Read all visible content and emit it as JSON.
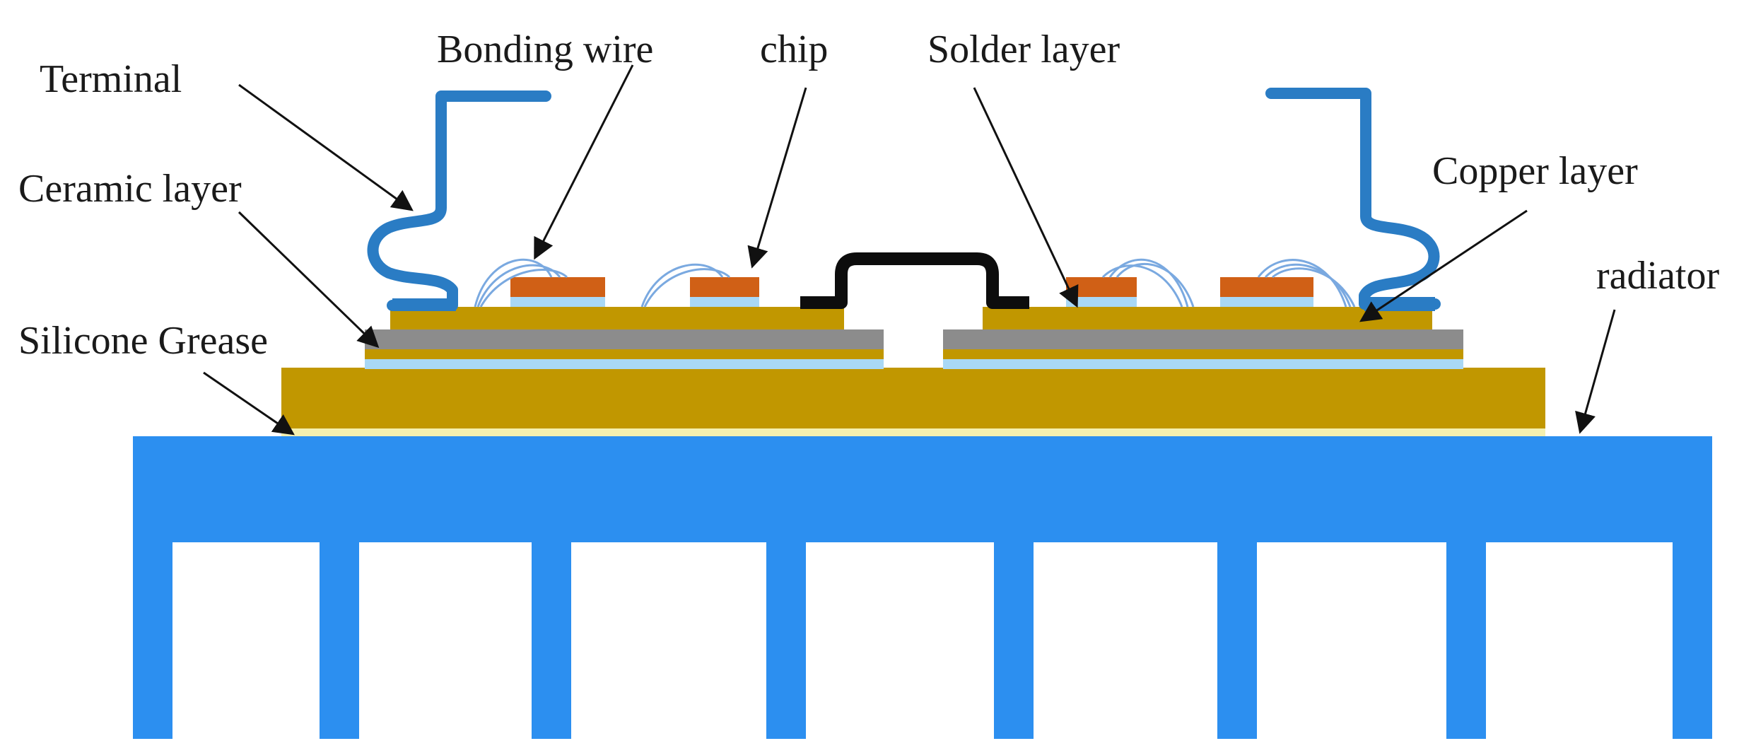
{
  "labels": {
    "terminal": "Terminal",
    "bonding_wire": "Bonding wire",
    "chip": "chip",
    "solder_layer": "Solder layer",
    "ceramic_layer": "Ceramic layer",
    "copper_layer": "Copper layer",
    "radiator": "radiator",
    "silicone_grease": "Silicone Grease"
  },
  "colors": {
    "radiator": "#2c8ff0",
    "terminal": "#2a7cc4",
    "copper": "#c19700",
    "ceramic": "#8c8c8c",
    "solder": "#a9d8f5",
    "chip": "#d06016",
    "grease": "#f4f0b0",
    "bond_wire": "#7aa9e0",
    "bridge": "#0d0d0d",
    "arrow": "#111111"
  }
}
